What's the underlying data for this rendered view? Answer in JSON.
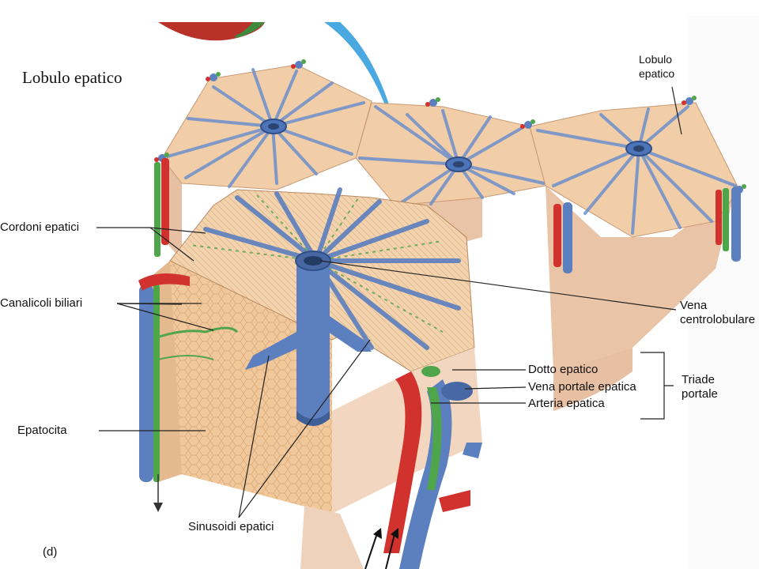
{
  "title": "Lobulo epatico",
  "panel_letter": "(d)",
  "labels": {
    "lobulo_epatico": [
      "Lobulo",
      "epatico"
    ],
    "cordoni_epatici": "Cordoni epatici",
    "canalicoli_biliari": "Canalicoli biliari",
    "epatocita": "Epatocita",
    "sinusoidi_epatici": "Sinusoidi epatici",
    "vena_centrolobulare": [
      "Vena",
      "centrolobulare"
    ],
    "dotto_epatico": "Dotto epatico",
    "vena_portale_epatica": "Vena portale epatica",
    "arteria_epatica": "Arteria epatica",
    "triade_portale": [
      "Triade",
      "portale"
    ]
  },
  "colors": {
    "lobule_tissue": "#f1cda8",
    "lobule_side": "#e9c4a6",
    "vein_blue": "#5b7fbf",
    "artery_red": "#d2322d",
    "bile_green": "#4fa64a",
    "arrow_blue": "#49a9e0",
    "background_page": "#ffffff"
  }
}
